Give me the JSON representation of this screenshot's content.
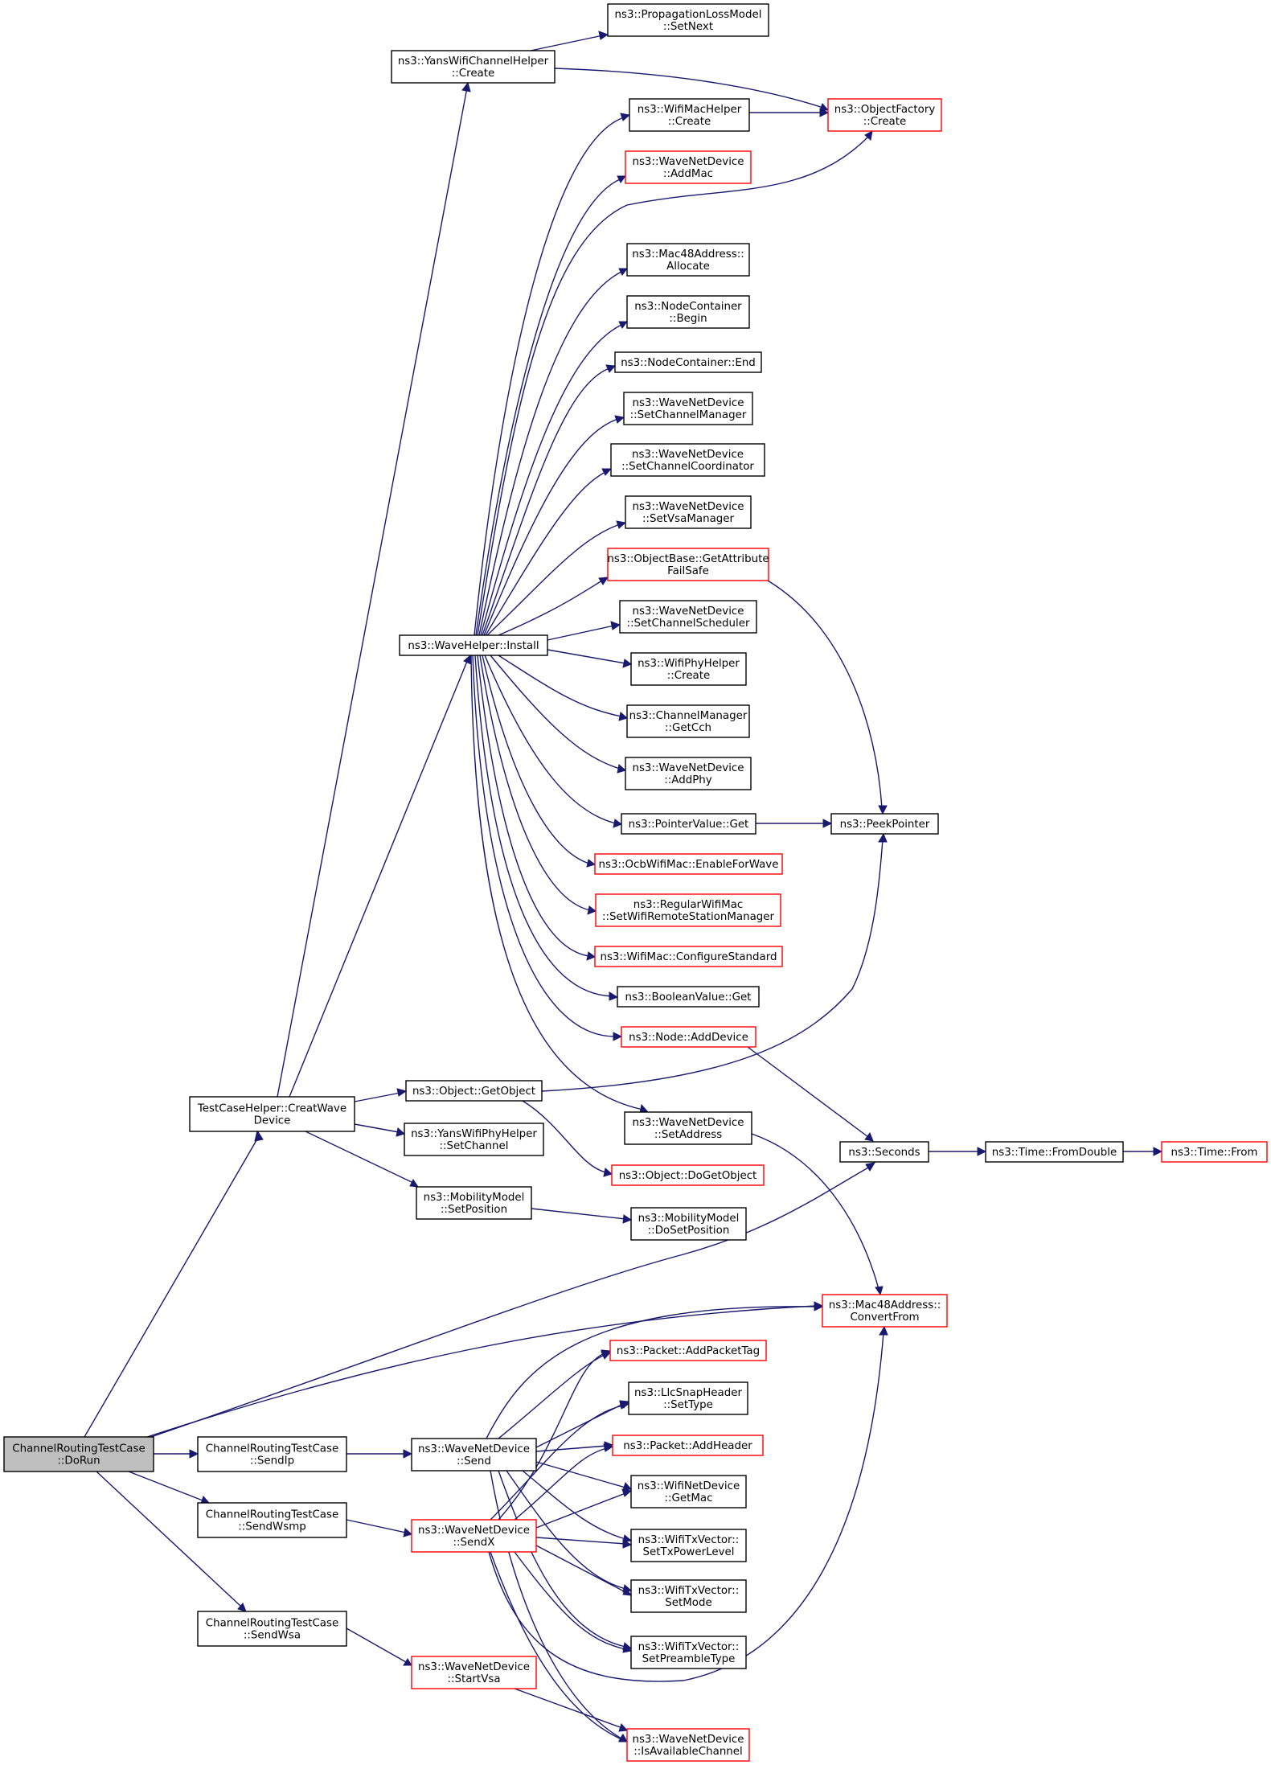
{
  "nodes": [
    {
      "id": "dorun",
      "lines": [
        "ChannelRoutingTestCase",
        "::DoRun"
      ],
      "style": "root"
    },
    {
      "id": "creatwave",
      "lines": [
        "TestCaseHelper::CreatWave",
        "Device"
      ],
      "style": "normal"
    },
    {
      "id": "sendip",
      "lines": [
        "ChannelRoutingTestCase",
        "::SendIp"
      ],
      "style": "normal"
    },
    {
      "id": "sendwsmp",
      "lines": [
        "ChannelRoutingTestCase",
        "::SendWsmp"
      ],
      "style": "normal"
    },
    {
      "id": "sendwsa",
      "lines": [
        "ChannelRoutingTestCase",
        "::SendWsa"
      ],
      "style": "normal"
    },
    {
      "id": "yanschcreate",
      "lines": [
        "ns3::YansWifiChannelHelper",
        "::Create"
      ],
      "style": "normal"
    },
    {
      "id": "propnext",
      "lines": [
        "ns3::PropagationLossModel",
        "::SetNext"
      ],
      "style": "normal"
    },
    {
      "id": "objfactory",
      "lines": [
        "ns3::ObjectFactory",
        "::Create"
      ],
      "style": "red"
    },
    {
      "id": "wifimachelper",
      "lines": [
        "ns3::WifiMacHelper",
        "::Create"
      ],
      "style": "normal"
    },
    {
      "id": "addmac",
      "lines": [
        "ns3::WaveNetDevice",
        "::AddMac"
      ],
      "style": "red"
    },
    {
      "id": "mac48alloc",
      "lines": [
        "ns3::Mac48Address::",
        "Allocate"
      ],
      "style": "normal"
    },
    {
      "id": "ncbegin",
      "lines": [
        "ns3::NodeContainer",
        "::Begin"
      ],
      "style": "normal"
    },
    {
      "id": "ncend",
      "lines": [
        "ns3::NodeContainer::End"
      ],
      "style": "normal"
    },
    {
      "id": "setchmgr",
      "lines": [
        "ns3::WaveNetDevice",
        "::SetChannelManager"
      ],
      "style": "normal"
    },
    {
      "id": "setchcoord",
      "lines": [
        "ns3::WaveNetDevice",
        "::SetChannelCoordinator"
      ],
      "style": "normal"
    },
    {
      "id": "setvsamgr",
      "lines": [
        "ns3::WaveNetDevice",
        "::SetVsaManager"
      ],
      "style": "normal"
    },
    {
      "id": "getattrfs",
      "lines": [
        "ns3::ObjectBase::GetAttribute",
        "FailSafe"
      ],
      "style": "red"
    },
    {
      "id": "setchsched",
      "lines": [
        "ns3::WaveNetDevice",
        "::SetChannelScheduler"
      ],
      "style": "normal"
    },
    {
      "id": "wavehelperinstall",
      "lines": [
        "ns3::WaveHelper::Install"
      ],
      "style": "normal"
    },
    {
      "id": "wifiphycreate",
      "lines": [
        "ns3::WifiPhyHelper",
        "::Create"
      ],
      "style": "normal"
    },
    {
      "id": "getcch",
      "lines": [
        "ns3::ChannelManager",
        "::GetCch"
      ],
      "style": "normal"
    },
    {
      "id": "addphy",
      "lines": [
        "ns3::WaveNetDevice",
        "::AddPhy"
      ],
      "style": "normal"
    },
    {
      "id": "pvget",
      "lines": [
        "ns3::PointerValue::Get"
      ],
      "style": "normal"
    },
    {
      "id": "peekpointer",
      "lines": [
        "ns3::PeekPointer"
      ],
      "style": "normal"
    },
    {
      "id": "enableforwave",
      "lines": [
        "ns3::OcbWifiMac::EnableForWave"
      ],
      "style": "red"
    },
    {
      "id": "setwifirsm",
      "lines": [
        "ns3::RegularWifiMac",
        "::SetWifiRemoteStationManager"
      ],
      "style": "red"
    },
    {
      "id": "configstd",
      "lines": [
        "ns3::WifiMac::ConfigureStandard"
      ],
      "style": "red"
    },
    {
      "id": "bvget",
      "lines": [
        "ns3::BooleanValue::Get"
      ],
      "style": "normal"
    },
    {
      "id": "nodeadddev",
      "lines": [
        "ns3::Node::AddDevice"
      ],
      "style": "red"
    },
    {
      "id": "getobject",
      "lines": [
        "ns3::Object::GetObject"
      ],
      "style": "normal"
    },
    {
      "id": "setaddress",
      "lines": [
        "ns3::WaveNetDevice",
        "::SetAddress"
      ],
      "style": "normal"
    },
    {
      "id": "yansphysetch",
      "lines": [
        "ns3::YansWifiPhyHelper",
        "::SetChannel"
      ],
      "style": "normal"
    },
    {
      "id": "seconds",
      "lines": [
        "ns3::Seconds"
      ],
      "style": "normal"
    },
    {
      "id": "fromdouble",
      "lines": [
        "ns3::Time::FromDouble"
      ],
      "style": "normal"
    },
    {
      "id": "timefrom",
      "lines": [
        "ns3::Time::From"
      ],
      "style": "red"
    },
    {
      "id": "dogetobject",
      "lines": [
        "ns3::Object::DoGetObject"
      ],
      "style": "red"
    },
    {
      "id": "mmsetpos",
      "lines": [
        "ns3::MobilityModel",
        "::SetPosition"
      ],
      "style": "normal"
    },
    {
      "id": "mmdosetpos",
      "lines": [
        "ns3::MobilityModel",
        "::DoSetPosition"
      ],
      "style": "normal"
    },
    {
      "id": "mac48conv",
      "lines": [
        "ns3::Mac48Address::",
        "ConvertFrom"
      ],
      "style": "red"
    },
    {
      "id": "addpackettag",
      "lines": [
        "ns3::Packet::AddPacketTag"
      ],
      "style": "red"
    },
    {
      "id": "llcsettype",
      "lines": [
        "ns3::LlcSnapHeader",
        "::SetType"
      ],
      "style": "normal"
    },
    {
      "id": "wndsend",
      "lines": [
        "ns3::WaveNetDevice",
        "::Send"
      ],
      "style": "normal"
    },
    {
      "id": "addheader",
      "lines": [
        "ns3::Packet::AddHeader"
      ],
      "style": "red"
    },
    {
      "id": "wifigetmac",
      "lines": [
        "ns3::WifiNetDevice",
        "::GetMac"
      ],
      "style": "normal"
    },
    {
      "id": "sendx",
      "lines": [
        "ns3::WaveNetDevice",
        "::SendX"
      ],
      "style": "red"
    },
    {
      "id": "settxpower",
      "lines": [
        "ns3::WifiTxVector::",
        "SetTxPowerLevel"
      ],
      "style": "normal"
    },
    {
      "id": "setmode",
      "lines": [
        "ns3::WifiTxVector::",
        "SetMode"
      ],
      "style": "normal"
    },
    {
      "id": "setpreamble",
      "lines": [
        "ns3::WifiTxVector::",
        "SetPreambleType"
      ],
      "style": "normal"
    },
    {
      "id": "startvsa",
      "lines": [
        "ns3::WaveNetDevice",
        "::StartVsa"
      ],
      "style": "red"
    },
    {
      "id": "isavail",
      "lines": [
        "ns3::WaveNetDevice",
        "::IsAvailableChannel"
      ],
      "style": "red"
    }
  ]
}
